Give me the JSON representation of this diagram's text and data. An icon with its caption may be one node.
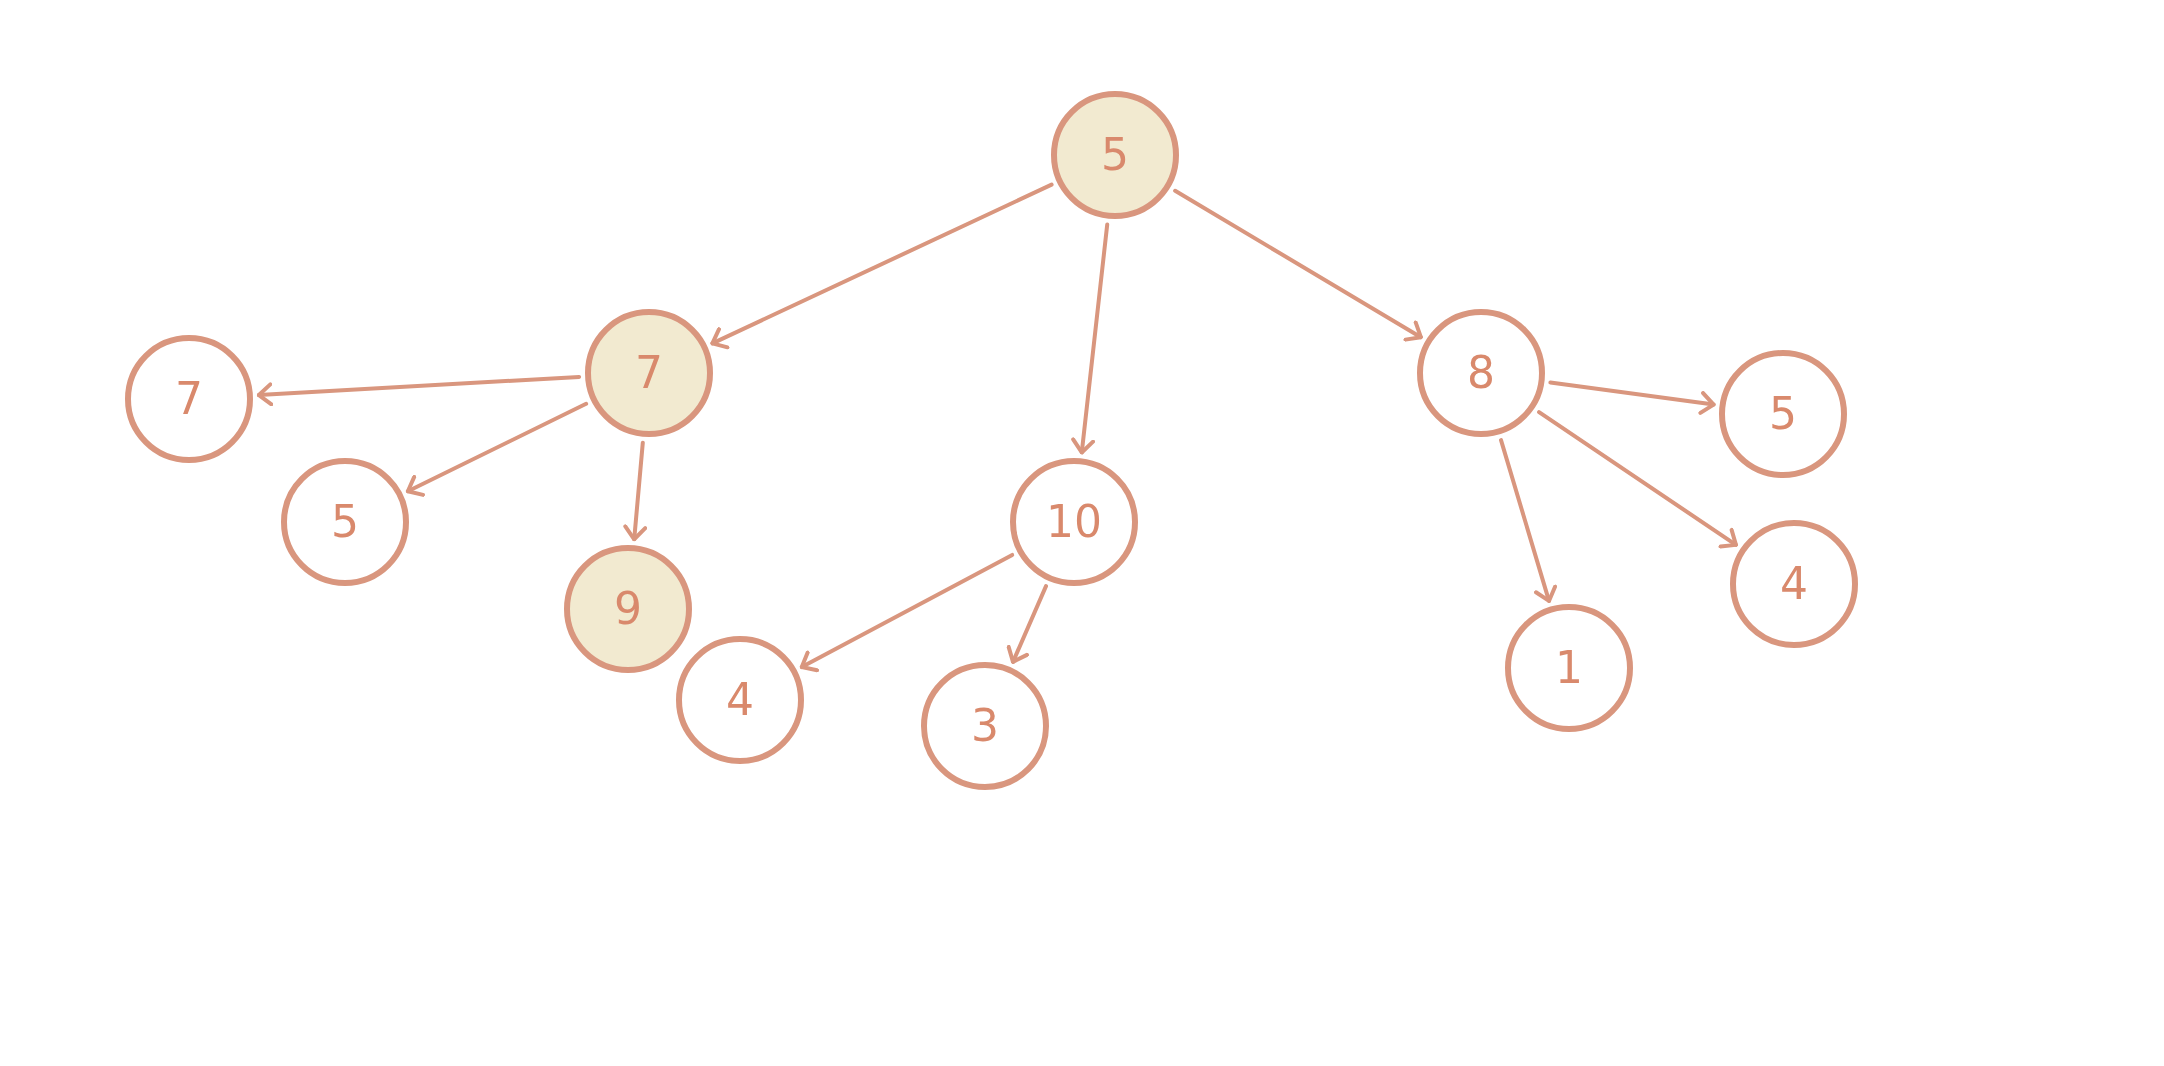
{
  "diagram": {
    "nodes": [
      {
        "text": [
          "5"
        ]
      },
      {
        "text": [
          "7"
        ]
      },
      {
        "text": [
          "7"
        ]
      },
      {
        "text": [
          "5"
        ]
      },
      {
        "text": [
          "9"
        ]
      },
      {
        "text": [
          "10"
        ]
      },
      {
        "text": [
          "4"
        ]
      },
      {
        "text": [
          "3"
        ]
      },
      {
        "text": [
          "8"
        ]
      },
      {
        "text": [
          "5"
        ]
      },
      {
        "text": [
          "1"
        ]
      },
      {
        "text": [
          "4"
        ]
      }
    ],
    "edges": [
      {
        "from": 0,
        "to": 1,
        "arrow": "to"
      },
      {
        "from": 0,
        "to": 5,
        "arrow": "to"
      },
      {
        "from": 0,
        "to": 8,
        "arrow": "to"
      },
      {
        "from": 1,
        "to": 2,
        "arrow": "to"
      },
      {
        "from": 1,
        "to": 3,
        "arrow": "to"
      },
      {
        "from": 1,
        "to": 4,
        "arrow": "to"
      },
      {
        "from": 5,
        "to": 6,
        "arrow": "to"
      },
      {
        "from": 5,
        "to": 7,
        "arrow": "to"
      },
      {
        "from": 8,
        "to": 9,
        "arrow": "to"
      },
      {
        "from": 8,
        "to": 10,
        "arrow": "to"
      },
      {
        "from": 8,
        "to": 11,
        "arrow": "to"
      }
    ]
  }
}
